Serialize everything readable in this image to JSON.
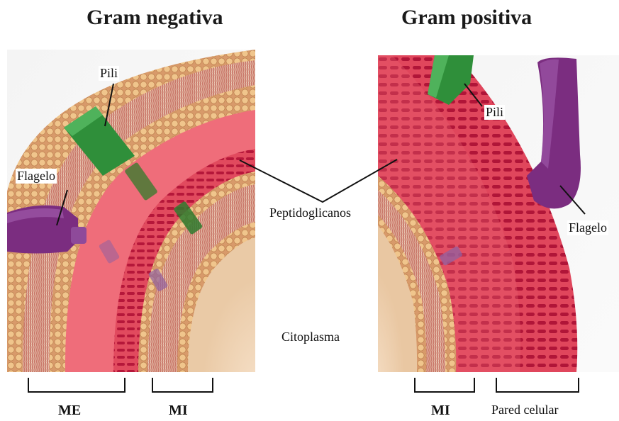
{
  "titles": {
    "gram_negative": "Gram negativa",
    "gram_positive": "Gram positiva"
  },
  "labels": {
    "pili_neg": "Pili",
    "flagelo_neg": "Flagelo",
    "peptidoglicanos": "Peptidoglicanos",
    "citoplasma": "Citoplasma",
    "pili_pos": "Pili",
    "flagelo_pos": "Flagelo"
  },
  "brackets": {
    "me": "ME",
    "mi_neg": "MI",
    "mi_pos": "MI",
    "pared_celular": "Pared celular"
  },
  "colors": {
    "lipid_head": "#e8b978",
    "lipid_tail": "#c97a5a",
    "peptidoglycan": "#d22a48",
    "pili": "#2c8c3a",
    "flagellum": "#7a2a7a",
    "cytoplasm": "#f3d7b8"
  }
}
